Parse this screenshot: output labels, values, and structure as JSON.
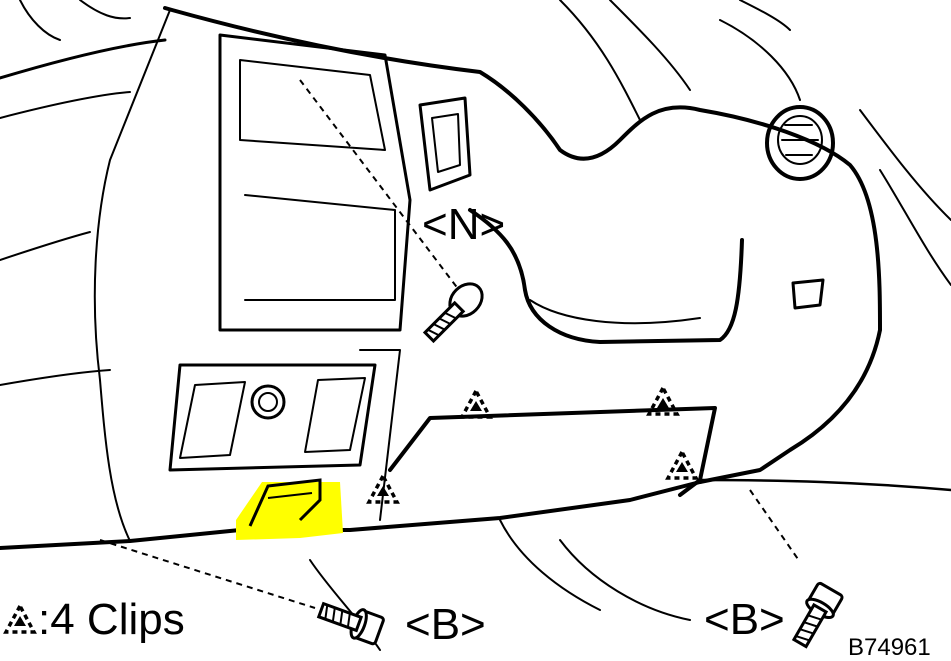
{
  "labels": {
    "fastener_n": "<N>",
    "fastener_b_left": "<B>",
    "fastener_b_right": "<B>",
    "clips_legend": ":4 Clips",
    "figure_code": "B74961"
  },
  "colors": {
    "line": "#000000",
    "highlight": "#ffff00",
    "background": "#ffffff"
  },
  "icons": {
    "clip_marker": "clip-triangle-icon",
    "screw": "screw-icon",
    "bolt": "bolt-icon"
  }
}
